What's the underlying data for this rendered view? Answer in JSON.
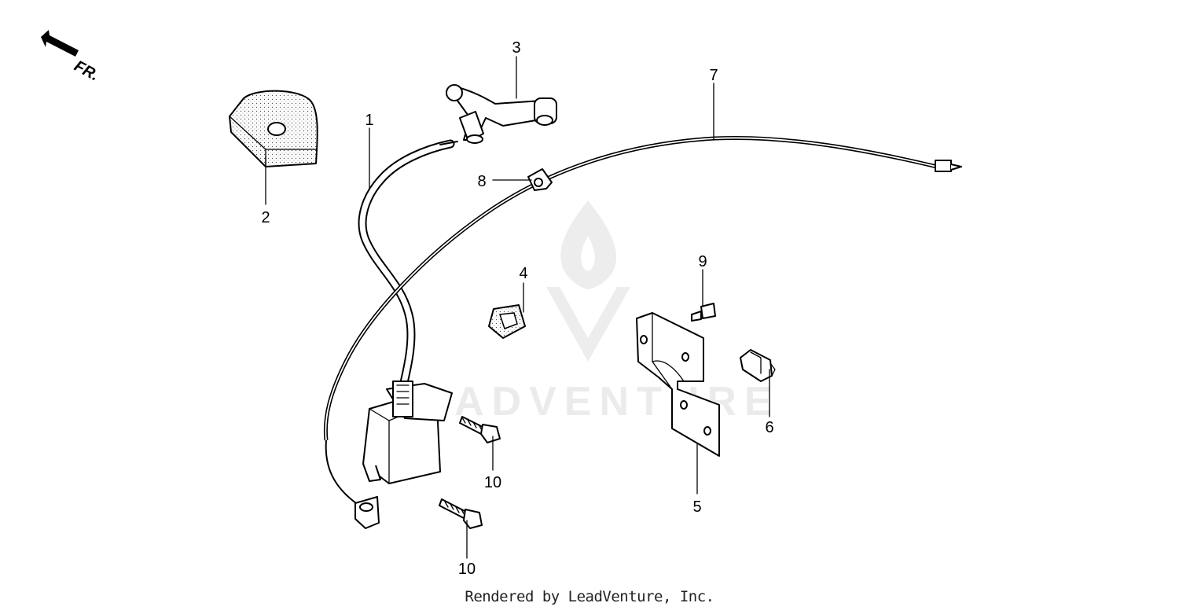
{
  "diagram": {
    "orientation_label": "FR.",
    "watermark_text": "ADVENTURE",
    "footer": "Rendered by LeadVenture, Inc.",
    "callouts": {
      "c1": "1",
      "c2": "2",
      "c3": "3",
      "c4": "4",
      "c5": "5",
      "c6": "6",
      "c7": "7",
      "c8": "8",
      "c9": "9",
      "c10a": "10",
      "c10b": "10"
    }
  }
}
